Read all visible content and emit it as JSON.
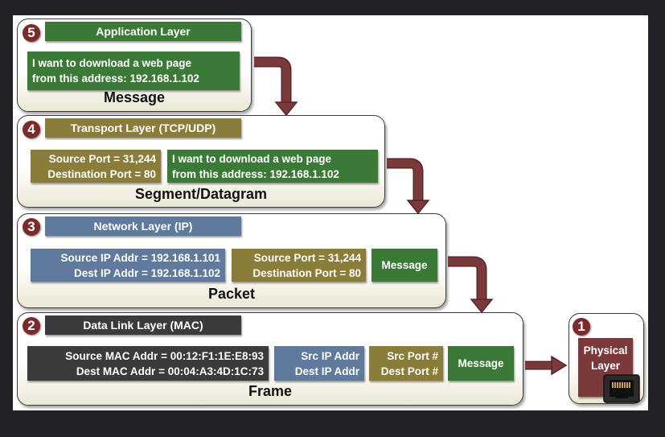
{
  "layers": {
    "application": {
      "number": "5",
      "title": "Application Layer",
      "data_line1": "I want to download a web page",
      "data_line2": "from this address: 192.168.1.102",
      "unit": "Message"
    },
    "transport": {
      "number": "4",
      "title": "Transport Layer (TCP/UDP)",
      "header_line1": "Source Port = 31,244",
      "header_line2": "Destination Port = 80",
      "data_line1": "I want to download a web page",
      "data_line2": "from this address: 192.168.1.102",
      "unit": "Segment/Datagram"
    },
    "network": {
      "number": "3",
      "title": "Network Layer (IP)",
      "ip_line1": "Source IP Addr = 192.168.1.101",
      "ip_line2": "Dest IP Addr = 192.168.1.102",
      "port_line1": "Source Port = 31,244",
      "port_line2": "Destination Port = 80",
      "message": "Message",
      "unit": "Packet"
    },
    "datalink": {
      "number": "2",
      "title": "Data Link Layer (MAC)",
      "mac_line1": "Source MAC Addr = 00:12:F1:1E:E8:93",
      "mac_line2": "Dest MAC Addr = 00:04:A3:4D:1C:73",
      "ip_line1": "Src IP Addr",
      "ip_line2": "Dest IP Addr",
      "port_line1": "Src Port #",
      "port_line2": "Dest Port #",
      "message": "Message",
      "unit": "Frame"
    },
    "physical": {
      "number": "1",
      "title_line1": "Physical",
      "title_line2": "Layer"
    }
  },
  "colors": {
    "application_green": "#3a7a36",
    "transport_olive": "#8a7d3a",
    "network_blue": "#5f7a9c",
    "datalink_dark": "#3b3b3b",
    "physical_maroon": "#7a3a3c",
    "arrow": "#7a3a3c"
  },
  "icons": {
    "physical_port": "ethernet-port-icon",
    "flow_arrow": "curved-arrow-icon"
  }
}
